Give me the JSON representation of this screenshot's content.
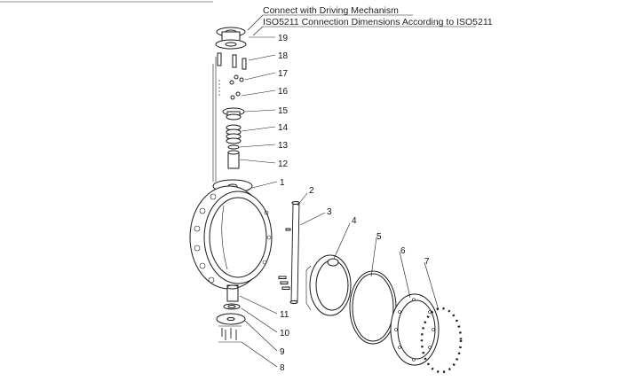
{
  "header": {
    "line1": "Connect with Driving Mechanism",
    "line2": "ISO5211 Connection Dimensions According to ISO5211"
  },
  "parts": [
    {
      "number": "19"
    },
    {
      "number": "18"
    },
    {
      "number": "17"
    },
    {
      "number": "16"
    },
    {
      "number": "15"
    },
    {
      "number": "14"
    },
    {
      "number": "13"
    },
    {
      "number": "12"
    },
    {
      "number": "1"
    },
    {
      "number": "2"
    },
    {
      "number": "3"
    },
    {
      "number": "4"
    },
    {
      "number": "5"
    },
    {
      "number": "6"
    },
    {
      "number": "7"
    },
    {
      "number": "11"
    },
    {
      "number": "10"
    },
    {
      "number": "9"
    },
    {
      "number": "8"
    }
  ]
}
